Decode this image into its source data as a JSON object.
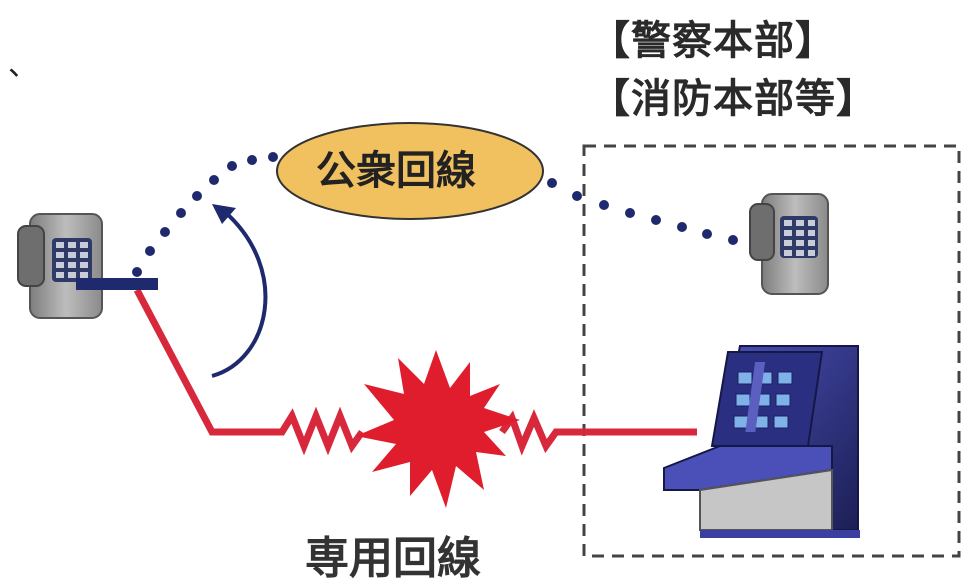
{
  "headquarters": {
    "line1": "【警察本部】",
    "line2": "【消防本部等】"
  },
  "public_line_label": "公衆回線",
  "dedicated_line_label": "専用回線",
  "mark": "、",
  "colors": {
    "dedicated_line": "#d8283c",
    "public_line": "#1f2a6e",
    "oval_fill": "#f1c160",
    "burst": "#e01d2c",
    "console": "#3a3fa0",
    "phone_body": "#9a9a9a",
    "dashed_box": "#444444"
  },
  "icons": [
    "telephone-icon",
    "telephone-icon",
    "control-console-icon",
    "burst-icon",
    "curved-arrow-icon"
  ]
}
